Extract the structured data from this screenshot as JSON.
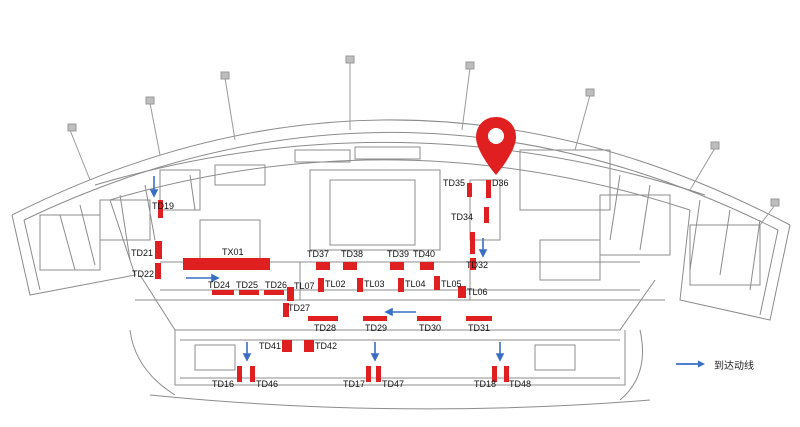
{
  "colors": {
    "spot": "#e02020",
    "flow": "#3a6fc4",
    "pin": "#e02020",
    "line": "#9a9a9a"
  },
  "labels": {
    "td19": "TD19",
    "td21": "TD21",
    "td22": "TD22",
    "tx01": "TX01",
    "td24": "TD24",
    "td25": "TD25",
    "td26": "TD26",
    "tl07": "TL07",
    "td27": "TD27",
    "td37": "TD37",
    "td38": "TD38",
    "td39": "TD39",
    "td40": "TD40",
    "tl02": "TL02",
    "tl03": "TL03",
    "tl04": "TL04",
    "tl05": "TL05",
    "tl06": "TL06",
    "td35": "TD35",
    "td36": "D36",
    "td34": "TD34",
    "td32": "TD32",
    "td28": "TD28",
    "td29": "TD29",
    "td30": "TD30",
    "td31": "TD31",
    "td41": "TD41",
    "td42": "TD42",
    "td16": "TD16",
    "td46": "TD46",
    "td17": "TD17",
    "td47": "TD47",
    "td18": "TD18",
    "td48": "TD48"
  },
  "legend": {
    "arrival_flow": "到达动线"
  },
  "icons": {
    "location": "location-pin-icon",
    "flow": "arrow-right-icon"
  }
}
